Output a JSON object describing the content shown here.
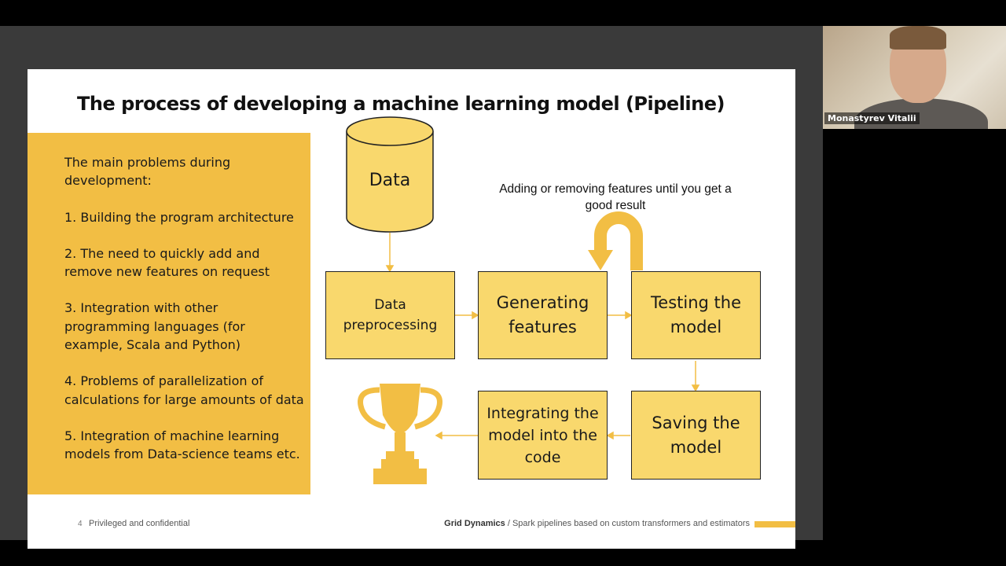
{
  "slide": {
    "title": "The process of developing a machine learning model (Pipeline)",
    "panel": {
      "heading": "The main problems during development:",
      "items": [
        "1. Building the program architecture",
        "2. The need to quickly add and remove new features on request",
        "3. Integration with other programming languages (for example, Scala and Python)",
        "4. Problems of parallelization of calculations for large amounts of data",
        "5. Integration of machine learning models from Data-science teams etc."
      ]
    },
    "diagram": {
      "data_label": "Data",
      "note": "Adding or removing features until you get a good result",
      "steps": [
        "Data preprocessing",
        "Generating features",
        "Testing the model",
        "Saving the model",
        "Integrating the model into the code"
      ]
    },
    "footer": {
      "page_number": "4",
      "confidential": "Privileged and confidential",
      "company": "Grid Dynamics",
      "subtitle": " / Spark pipelines based on custom transformers and estimators"
    }
  },
  "webcam": {
    "participant_name": "Monastyrev Vitalii"
  },
  "colors": {
    "accent": "#f2be44",
    "box_fill": "#f9d86d",
    "arrow": "#f2be44"
  },
  "icons": [
    "database-cylinder-icon",
    "trophy-icon",
    "loop-arrow-icon"
  ]
}
